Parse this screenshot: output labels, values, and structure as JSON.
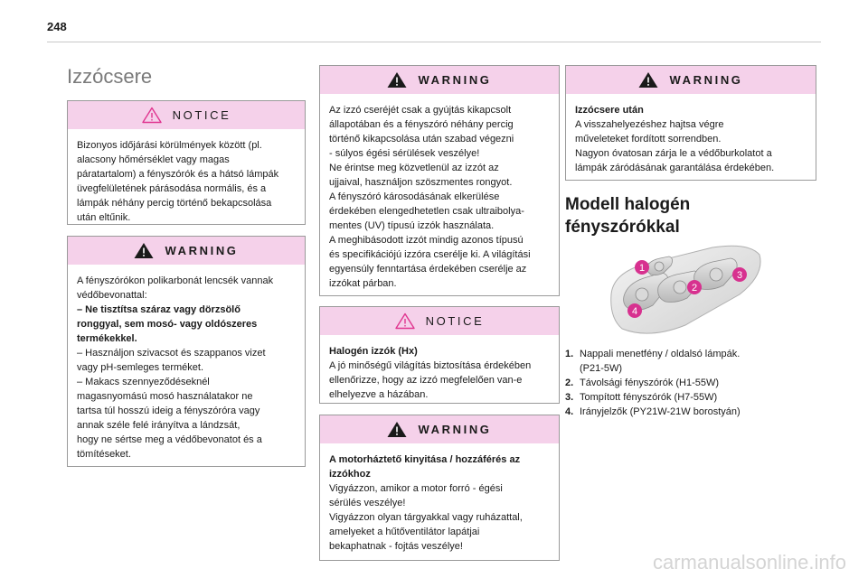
{
  "page": {
    "number": "248"
  },
  "heading": "Izzócsere",
  "col1": {
    "notice": {
      "label": "NOTICE",
      "text": [
        "Bizonyos időjárási körülmények között (pl.",
        "alacsony hőmérséklet vagy magas",
        "páratartalom) a fényszórók és a hátsó lámpák",
        "üvegfelületének párásodása normális, és a",
        "lámpák néhány percig történő bekapcsolása",
        "után eltűnik."
      ]
    },
    "warning": {
      "label": "WARNING",
      "lines": [
        {
          "t": "A fényszórókon polikarbonát lencsék vannak",
          "b": false
        },
        {
          "t": "védőbevonattal:",
          "b": false
        },
        {
          "t": "–  Ne tisztítsa száraz vagy dörzsölő",
          "b": true
        },
        {
          "t": "ronggyal, sem mosó- vagy oldószeres",
          "b": true
        },
        {
          "t": "termékekkel.",
          "b": true
        },
        {
          "t": "–  Használjon szivacsot és szappanos vizet",
          "b": false
        },
        {
          "t": "vagy pH-semleges terméket.",
          "b": false
        },
        {
          "t": "–  Makacs szennyeződéseknél",
          "b": false
        },
        {
          "t": "magasnyomású mosó használatakor ne",
          "b": false
        },
        {
          "t": "tartsa túl hosszú ideig a fényszóróra vagy",
          "b": false
        },
        {
          "t": "annak széle felé irányítva a lándzsát,",
          "b": false
        },
        {
          "t": "hogy ne sértse meg a védőbevonatot és a",
          "b": false
        },
        {
          "t": "tömítéseket.",
          "b": false
        }
      ]
    }
  },
  "col2": {
    "warning1": {
      "label": "WARNING",
      "text": [
        "Az izzó cseréjét csak a gyújtás kikapcsolt",
        "állapotában és a fényszóró néhány percig",
        "történő kikapcsolása után szabad végezni",
        "- súlyos égési sérülések veszélye!",
        "Ne érintse meg közvetlenül az izzót az",
        "ujjaival, használjon szöszmentes rongyot.",
        "A fényszóró károsodásának elkerülése",
        "érdekében elengedhetetlen csak ultraibolya-",
        "mentes (UV) típusú izzók használata.",
        "A meghibásodott izzót mindig azonos típusú",
        "és specifikációjú izzóra cserélje ki. A világítási",
        "egyensúly fenntartása érdekében cserélje az",
        "izzókat párban."
      ]
    },
    "notice": {
      "label": "NOTICE",
      "title": "Halogén izzók (Hx)",
      "text": [
        "A jó minőségű világítás biztosítása érdekében",
        "ellenőrizze, hogy az izzó megfelelően van-e",
        "elhelyezve a házában."
      ]
    },
    "warning2": {
      "label": "WARNING",
      "title": [
        "A motorháztető kinyitása / hozzáférés az",
        "izzókhoz"
      ],
      "text": [
        "Vigyázzon, amikor a motor forró - égési",
        "sérülés veszélye!",
        "Vigyázzon olyan tárgyakkal vagy ruházattal,",
        "amelyeket a hűtőventilátor lapátjai",
        "bekaphatnak - fojtás veszélye!"
      ]
    }
  },
  "col3": {
    "warning": {
      "label": "WARNING",
      "title": "Izzócsere után",
      "text": [
        "A visszahelyezéshez hajtsa végre",
        "műveleteket fordított sorrendben.",
        "Nagyon óvatosan zárja le a védőburkolatot a",
        "lámpák záródásának garantálása érdekében."
      ]
    },
    "section_title": [
      "Modell halogén",
      "fényszórókkal"
    ],
    "figure": {
      "callouts": [
        "1",
        "2",
        "3",
        "4"
      ]
    },
    "list": [
      {
        "n": "1.",
        "t": [
          "Nappali menetfény / oldalsó lámpák.",
          "(P21-5W)"
        ]
      },
      {
        "n": "2.",
        "t": [
          "Távolsági fényszórók (H1-55W)"
        ]
      },
      {
        "n": "3.",
        "t": [
          "Tompított fényszórók (H7-55W)"
        ]
      },
      {
        "n": "4.",
        "t": [
          "Irányjelzők (PY21W-21W borostyán)"
        ]
      }
    ]
  },
  "watermark": "carmanualsonline.info",
  "colors": {
    "box_header": "#f5d1ea",
    "callout": "#d7318f",
    "warning_icon": "#1a1a1a",
    "notice_icon": "#e0358f"
  }
}
